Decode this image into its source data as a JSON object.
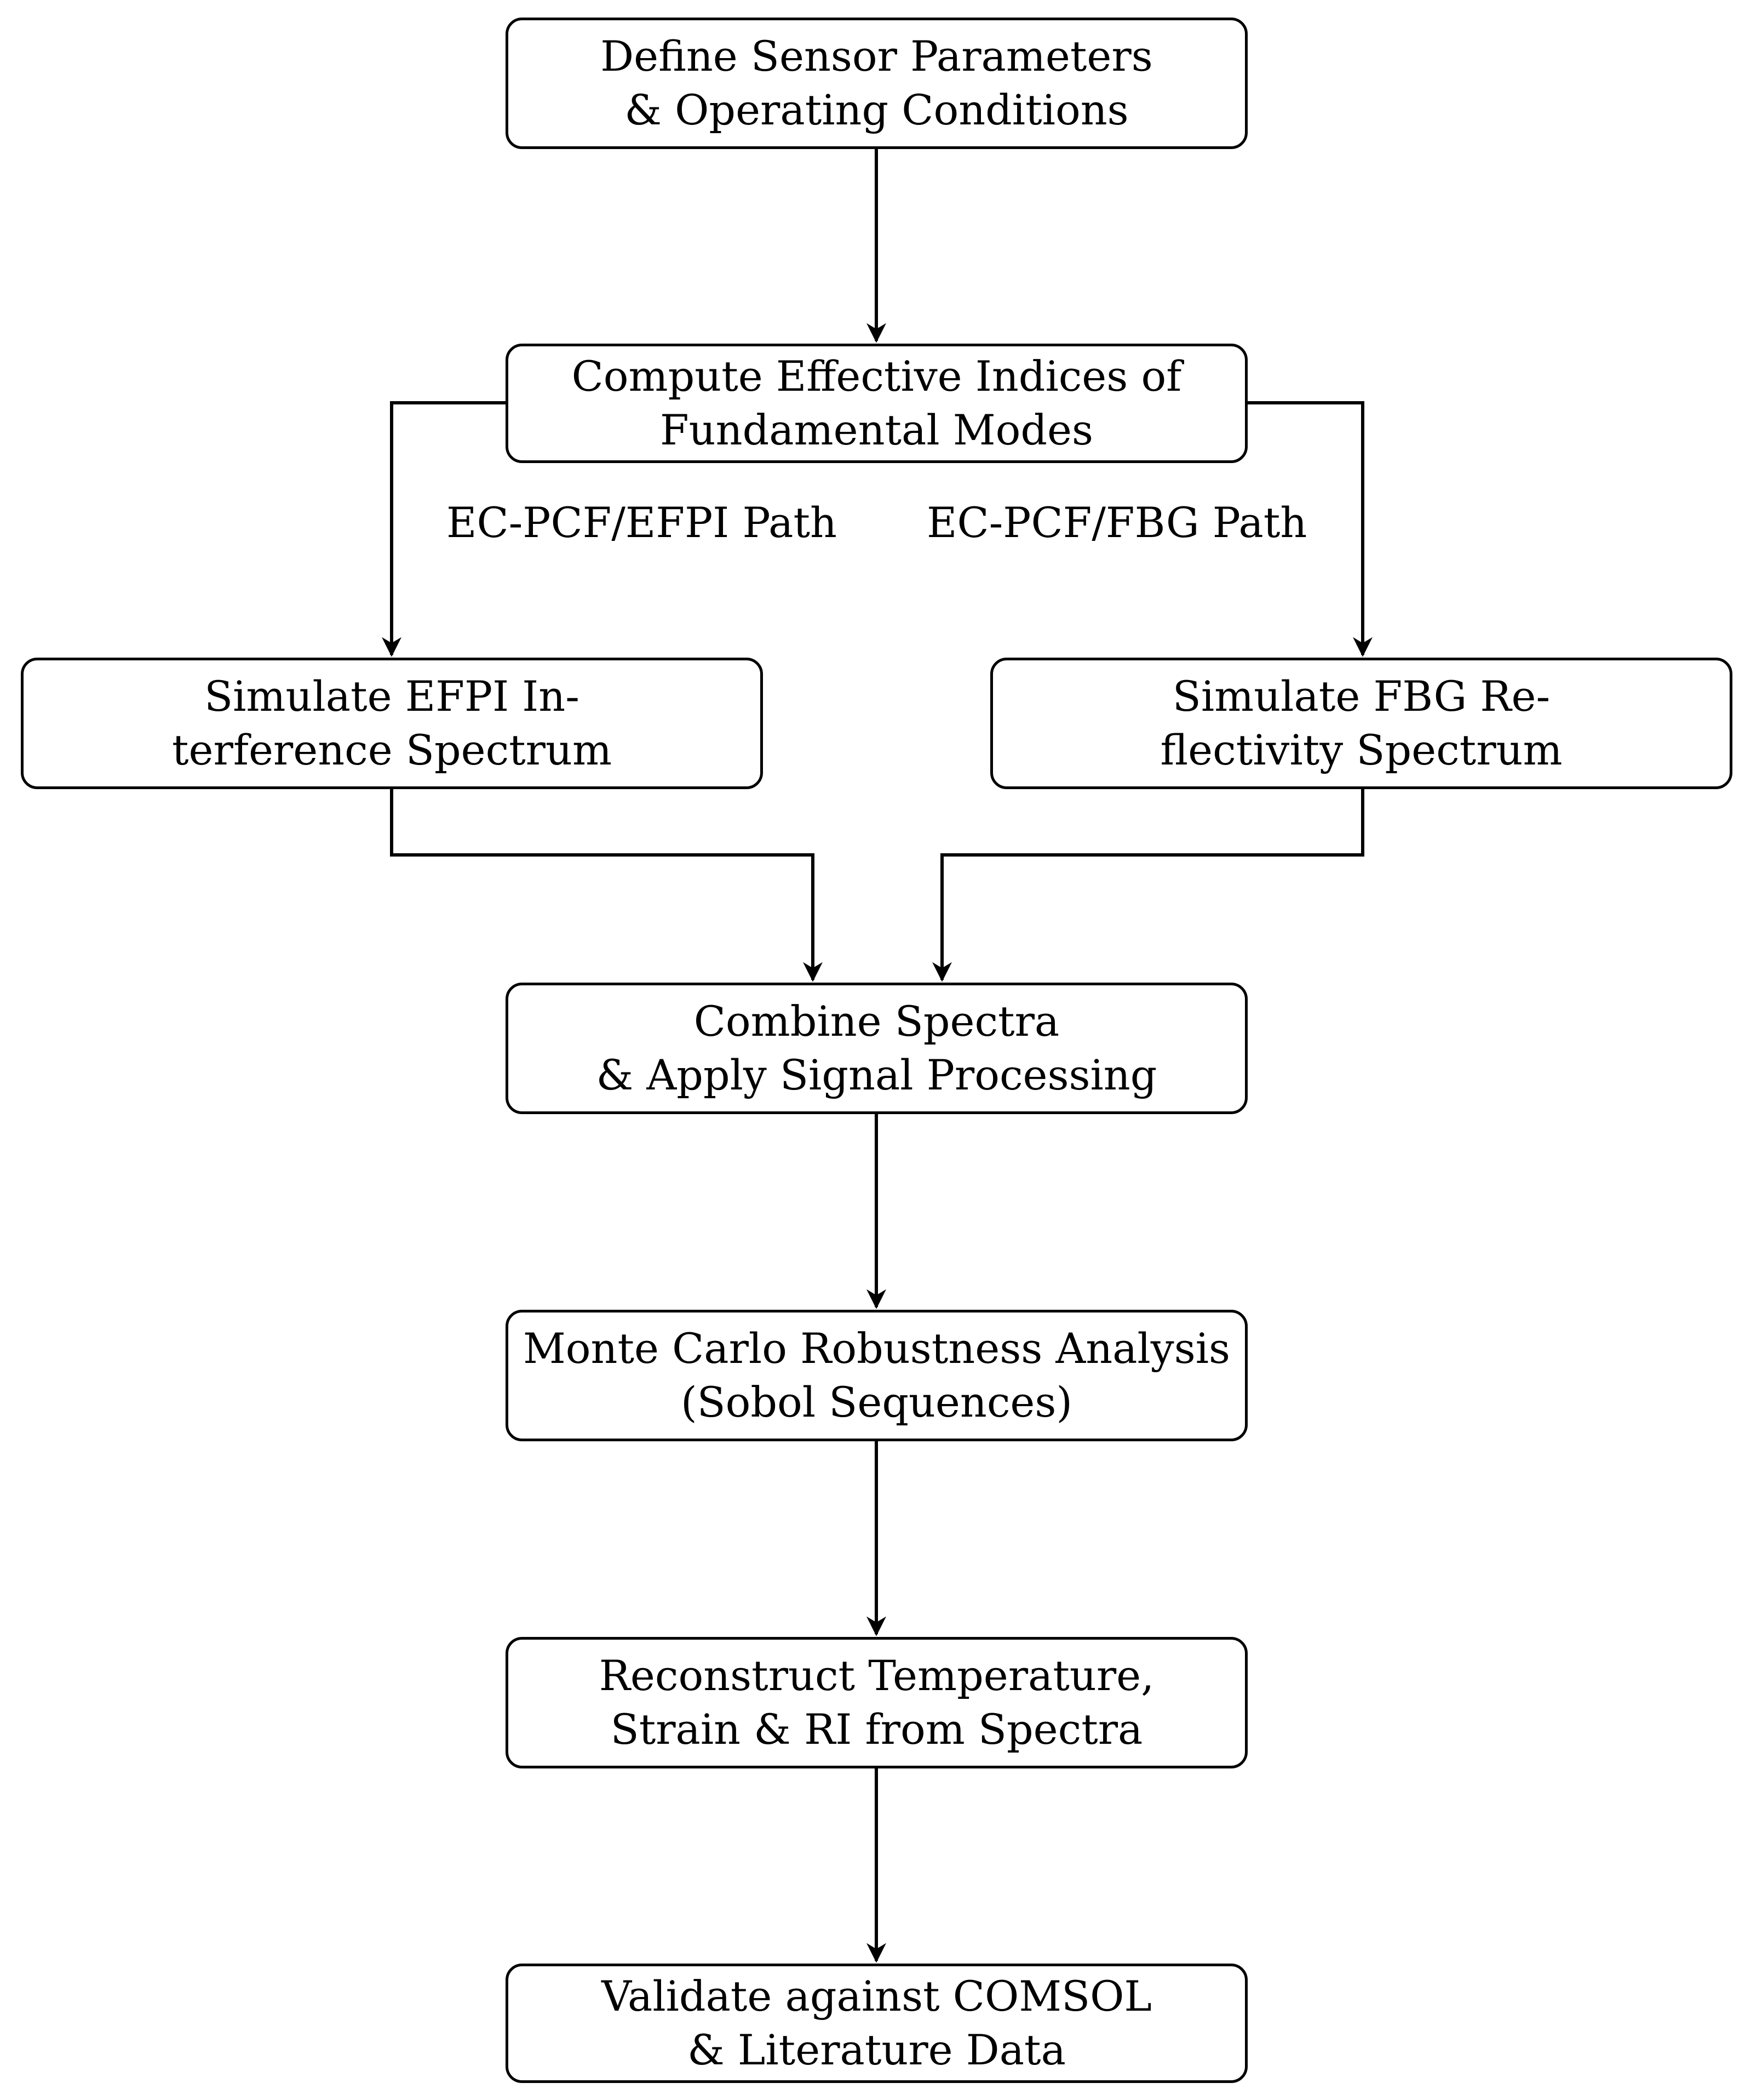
{
  "nodes": [
    {
      "id": "define",
      "lines": [
        "Define Sensor Parameters",
        "& Operating Conditions"
      ]
    },
    {
      "id": "compute",
      "lines": [
        "Compute Effective Indices of",
        "Fundamental Modes"
      ]
    },
    {
      "id": "efpi",
      "lines": [
        "Simulate EFPI In-",
        "terference Spectrum"
      ]
    },
    {
      "id": "fbg",
      "lines": [
        "Simulate FBG Re-",
        "flectivity Spectrum"
      ]
    },
    {
      "id": "combine",
      "lines": [
        "Combine Spectra",
        "& Apply Signal Processing"
      ]
    },
    {
      "id": "montecarlo",
      "lines": [
        "Monte Carlo Robustness Analysis",
        "(Sobol Sequences)"
      ]
    },
    {
      "id": "reconstruct",
      "lines": [
        "Reconstruct Temperature,",
        "Strain & RI from Spectra"
      ]
    },
    {
      "id": "validate",
      "lines": [
        "Validate against COMSOL",
        "& Literature Data"
      ]
    }
  ],
  "edge_labels": {
    "efpi_path": "EC-PCF/EFPI Path",
    "fbg_path": "EC-PCF/FBG Path"
  },
  "edges": [
    {
      "from": "define",
      "to": "compute"
    },
    {
      "from": "compute",
      "to": "efpi",
      "label": "efpi_path"
    },
    {
      "from": "compute",
      "to": "fbg",
      "label": "fbg_path"
    },
    {
      "from": "efpi",
      "to": "combine"
    },
    {
      "from": "fbg",
      "to": "combine"
    },
    {
      "from": "combine",
      "to": "montecarlo"
    },
    {
      "from": "montecarlo",
      "to": "reconstruct"
    },
    {
      "from": "reconstruct",
      "to": "validate"
    }
  ]
}
